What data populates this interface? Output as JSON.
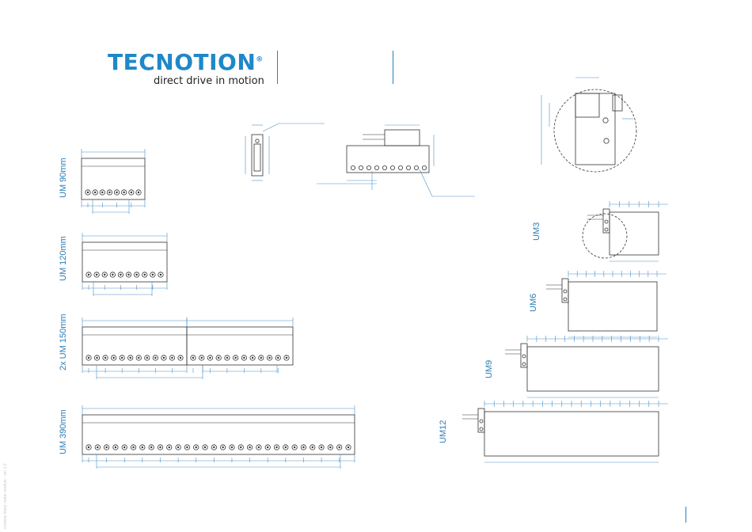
{
  "brand": {
    "logo_text": "TECNOTION",
    "registered_mark": "®",
    "tagline": "direct drive in motion"
  },
  "section_labels": {
    "um90": "UM 90mm",
    "um120": "UM 120mm",
    "um150": "2x UM 150mm",
    "um390": "UM 390mm",
    "um3": "UM3",
    "um6": "UM6",
    "um9": "UM9",
    "um12": "UM12"
  },
  "footer_note": "ironless linear motor module - ver 1.0",
  "colors": {
    "accent": "#2a7fb8",
    "line": "#333333",
    "dim": "#4a90c8"
  }
}
